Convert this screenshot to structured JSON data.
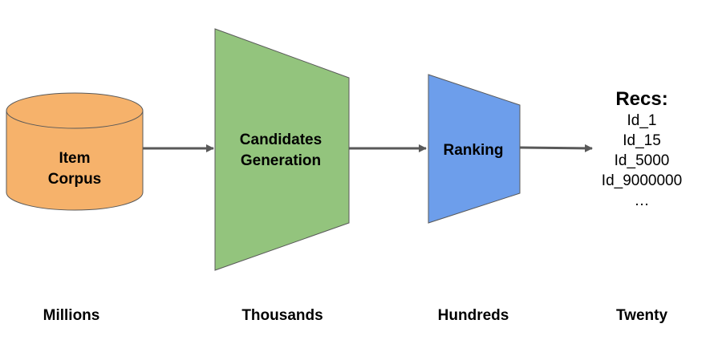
{
  "stages": {
    "corpus": {
      "label_line1": "Item",
      "label_line2": "Corpus",
      "fill": "#f6b26b",
      "scale": "Millions"
    },
    "candidates": {
      "label_line1": "Candidates",
      "label_line2": "Generation",
      "fill": "#93c47d",
      "scale": "Thousands"
    },
    "ranking": {
      "label": "Ranking",
      "fill": "#6d9eeb",
      "scale": "Hundreds"
    },
    "recs": {
      "title": "Recs:",
      "items": [
        "Id_1",
        "Id_15",
        "Id_5000",
        "Id_9000000",
        "…"
      ],
      "scale": "Twenty"
    }
  },
  "colors": {
    "arrow": "#595959",
    "outline": "#595959"
  }
}
